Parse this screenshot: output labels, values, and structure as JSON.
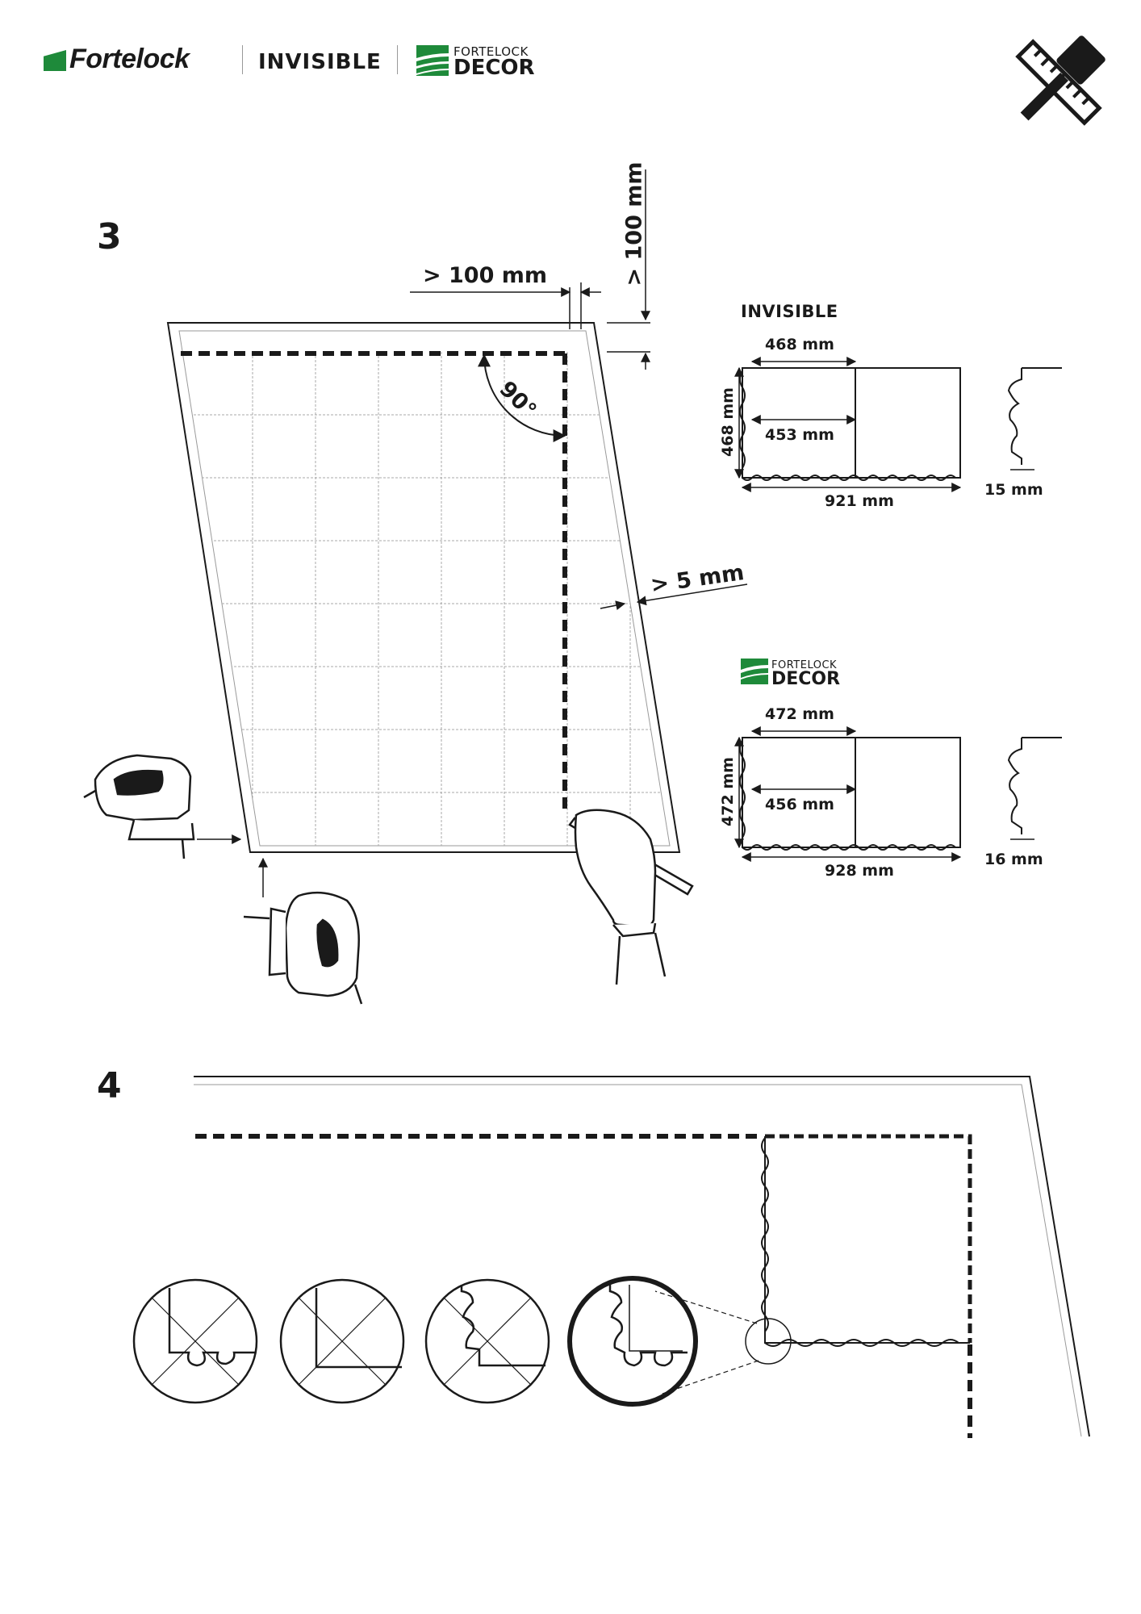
{
  "header": {
    "brand": "Fortelock",
    "product": "INVISIBLE",
    "decor_top": "FORTELOCK",
    "decor_bottom": "DECOR",
    "tools_icon": "ruler-hammer-icon"
  },
  "step3": {
    "number": "3",
    "margin_top": "> 100 mm",
    "margin_side": "> 100 mm",
    "angle": "90°",
    "gap": "> 5 mm"
  },
  "invisible_panel": {
    "title": "INVISIBLE",
    "width_top": "468 mm",
    "height": "468 mm",
    "inner": "453 mm",
    "total": "921 mm",
    "lock": "15 mm"
  },
  "decor_panel": {
    "logo_top": "FORTELOCK",
    "logo_bottom": "DECOR",
    "width_top": "472 mm",
    "height": "472 mm",
    "inner": "456 mm",
    "total": "928 mm",
    "lock": "16 mm"
  },
  "step4": {
    "number": "4"
  },
  "colors": {
    "brand_green": "#1e8a3a",
    "line": "#1a1a1a",
    "grid": "#9a9a9a"
  }
}
